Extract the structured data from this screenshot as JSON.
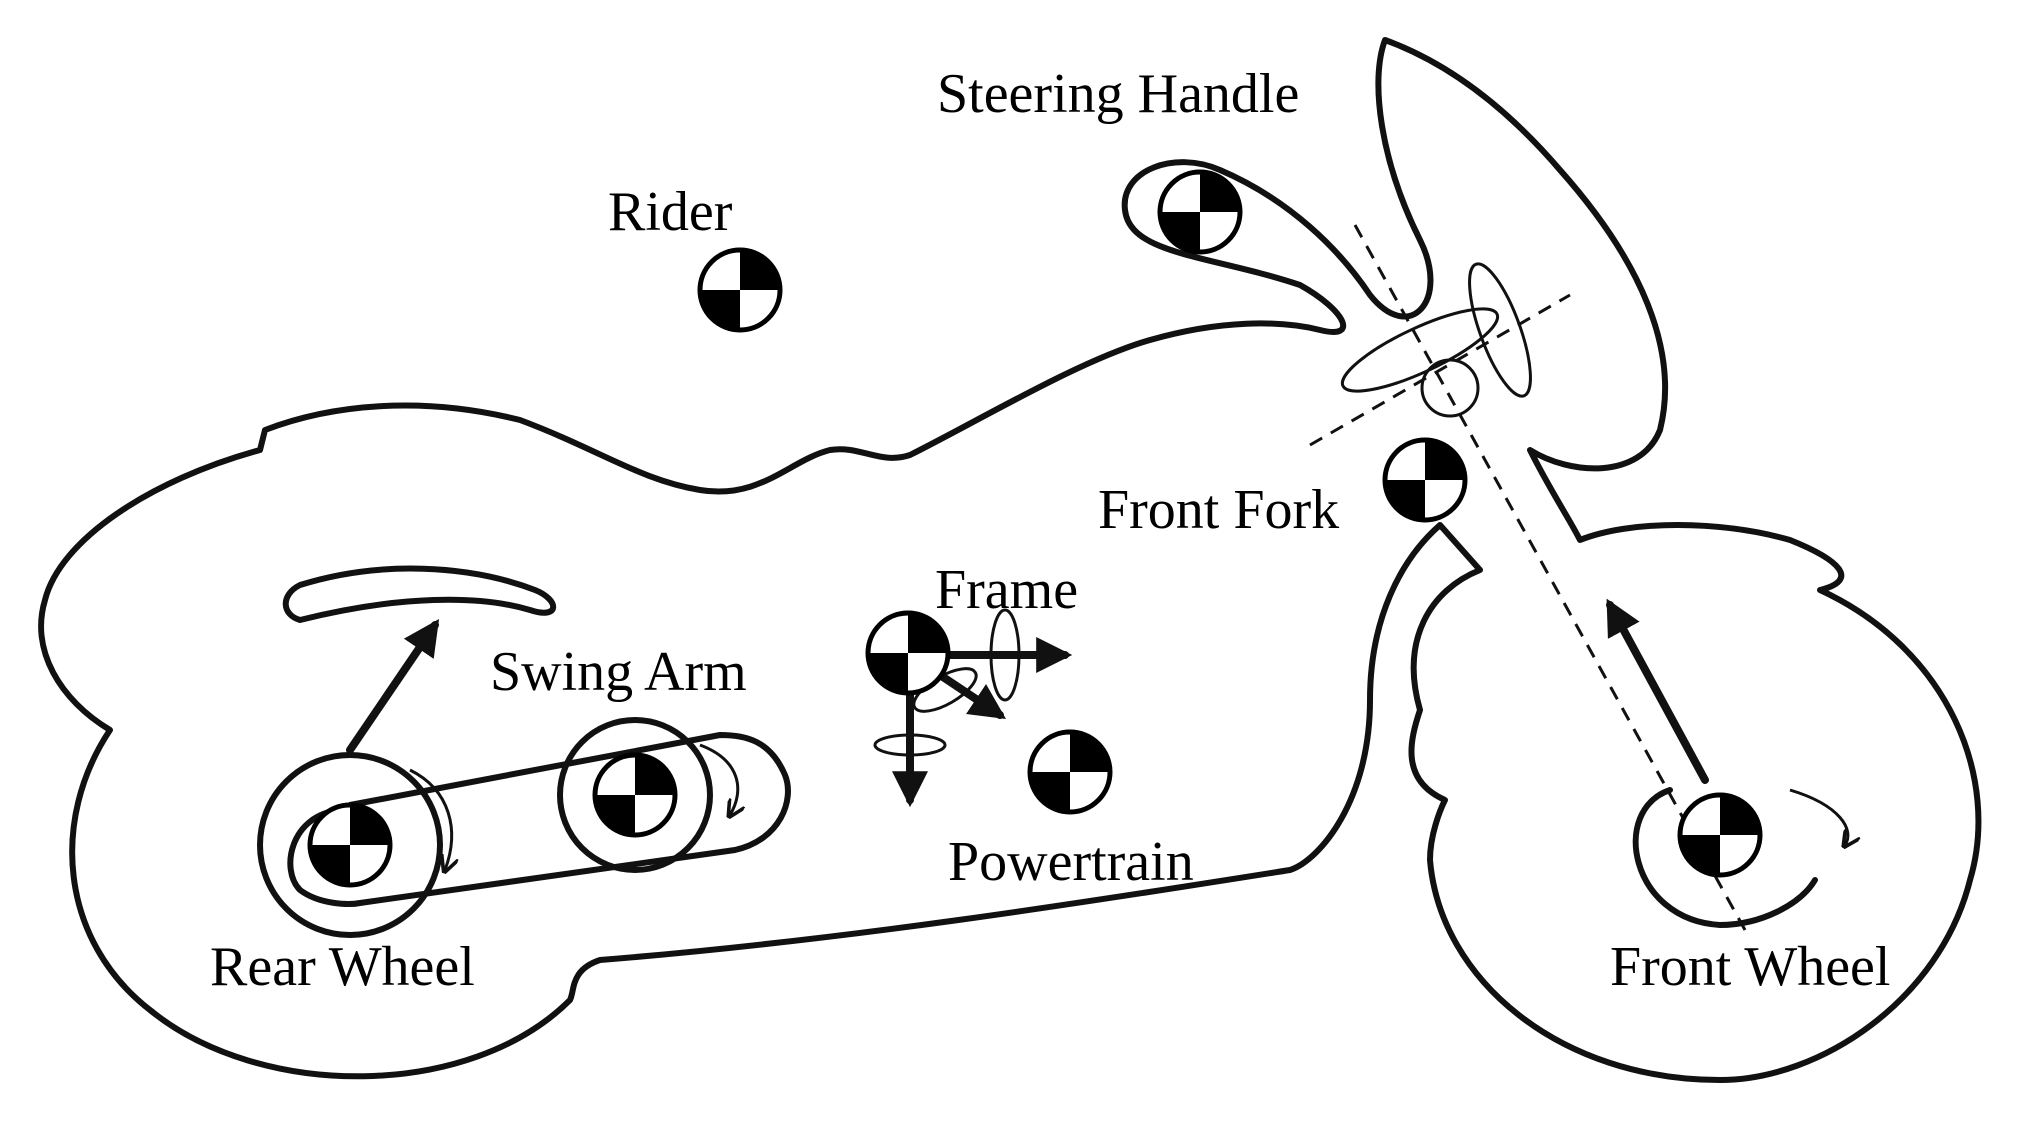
{
  "labels": {
    "steering_handle": "Steering Handle",
    "rider": "Rider",
    "front_fork": "Front Fork",
    "frame": "Frame",
    "swing_arm": "Swing Arm",
    "powertrain": "Powertrain",
    "rear_wheel": "Rear Wheel",
    "front_wheel": "Front Wheel"
  },
  "icons": {
    "center_of_mass": "center-of-mass-icon",
    "rotation": "rotation-arrow-icon",
    "translation": "translation-arrow-icon"
  },
  "colors": {
    "line": "#111111",
    "background": "#ffffff"
  }
}
